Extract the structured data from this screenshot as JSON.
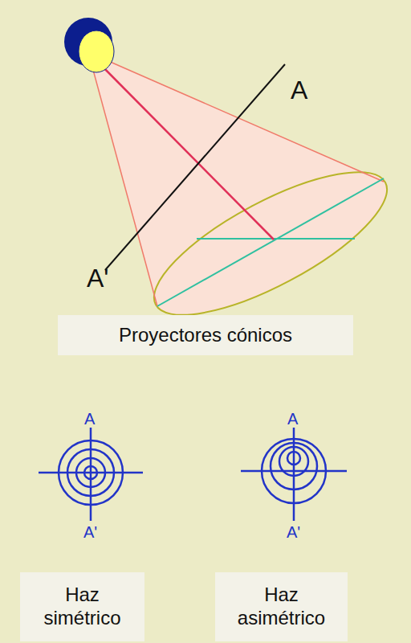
{
  "diagram": {
    "nodes": [
      {
        "text": [
          "Proyectores cónicos"
        ]
      },
      {
        "text": [
          "Haz simétrico"
        ]
      },
      {
        "text": [
          "Haz asimétrico"
        ]
      }
    ],
    "labels": [
      "A",
      "A'",
      "A",
      "A'",
      "A",
      "A'"
    ]
  }
}
